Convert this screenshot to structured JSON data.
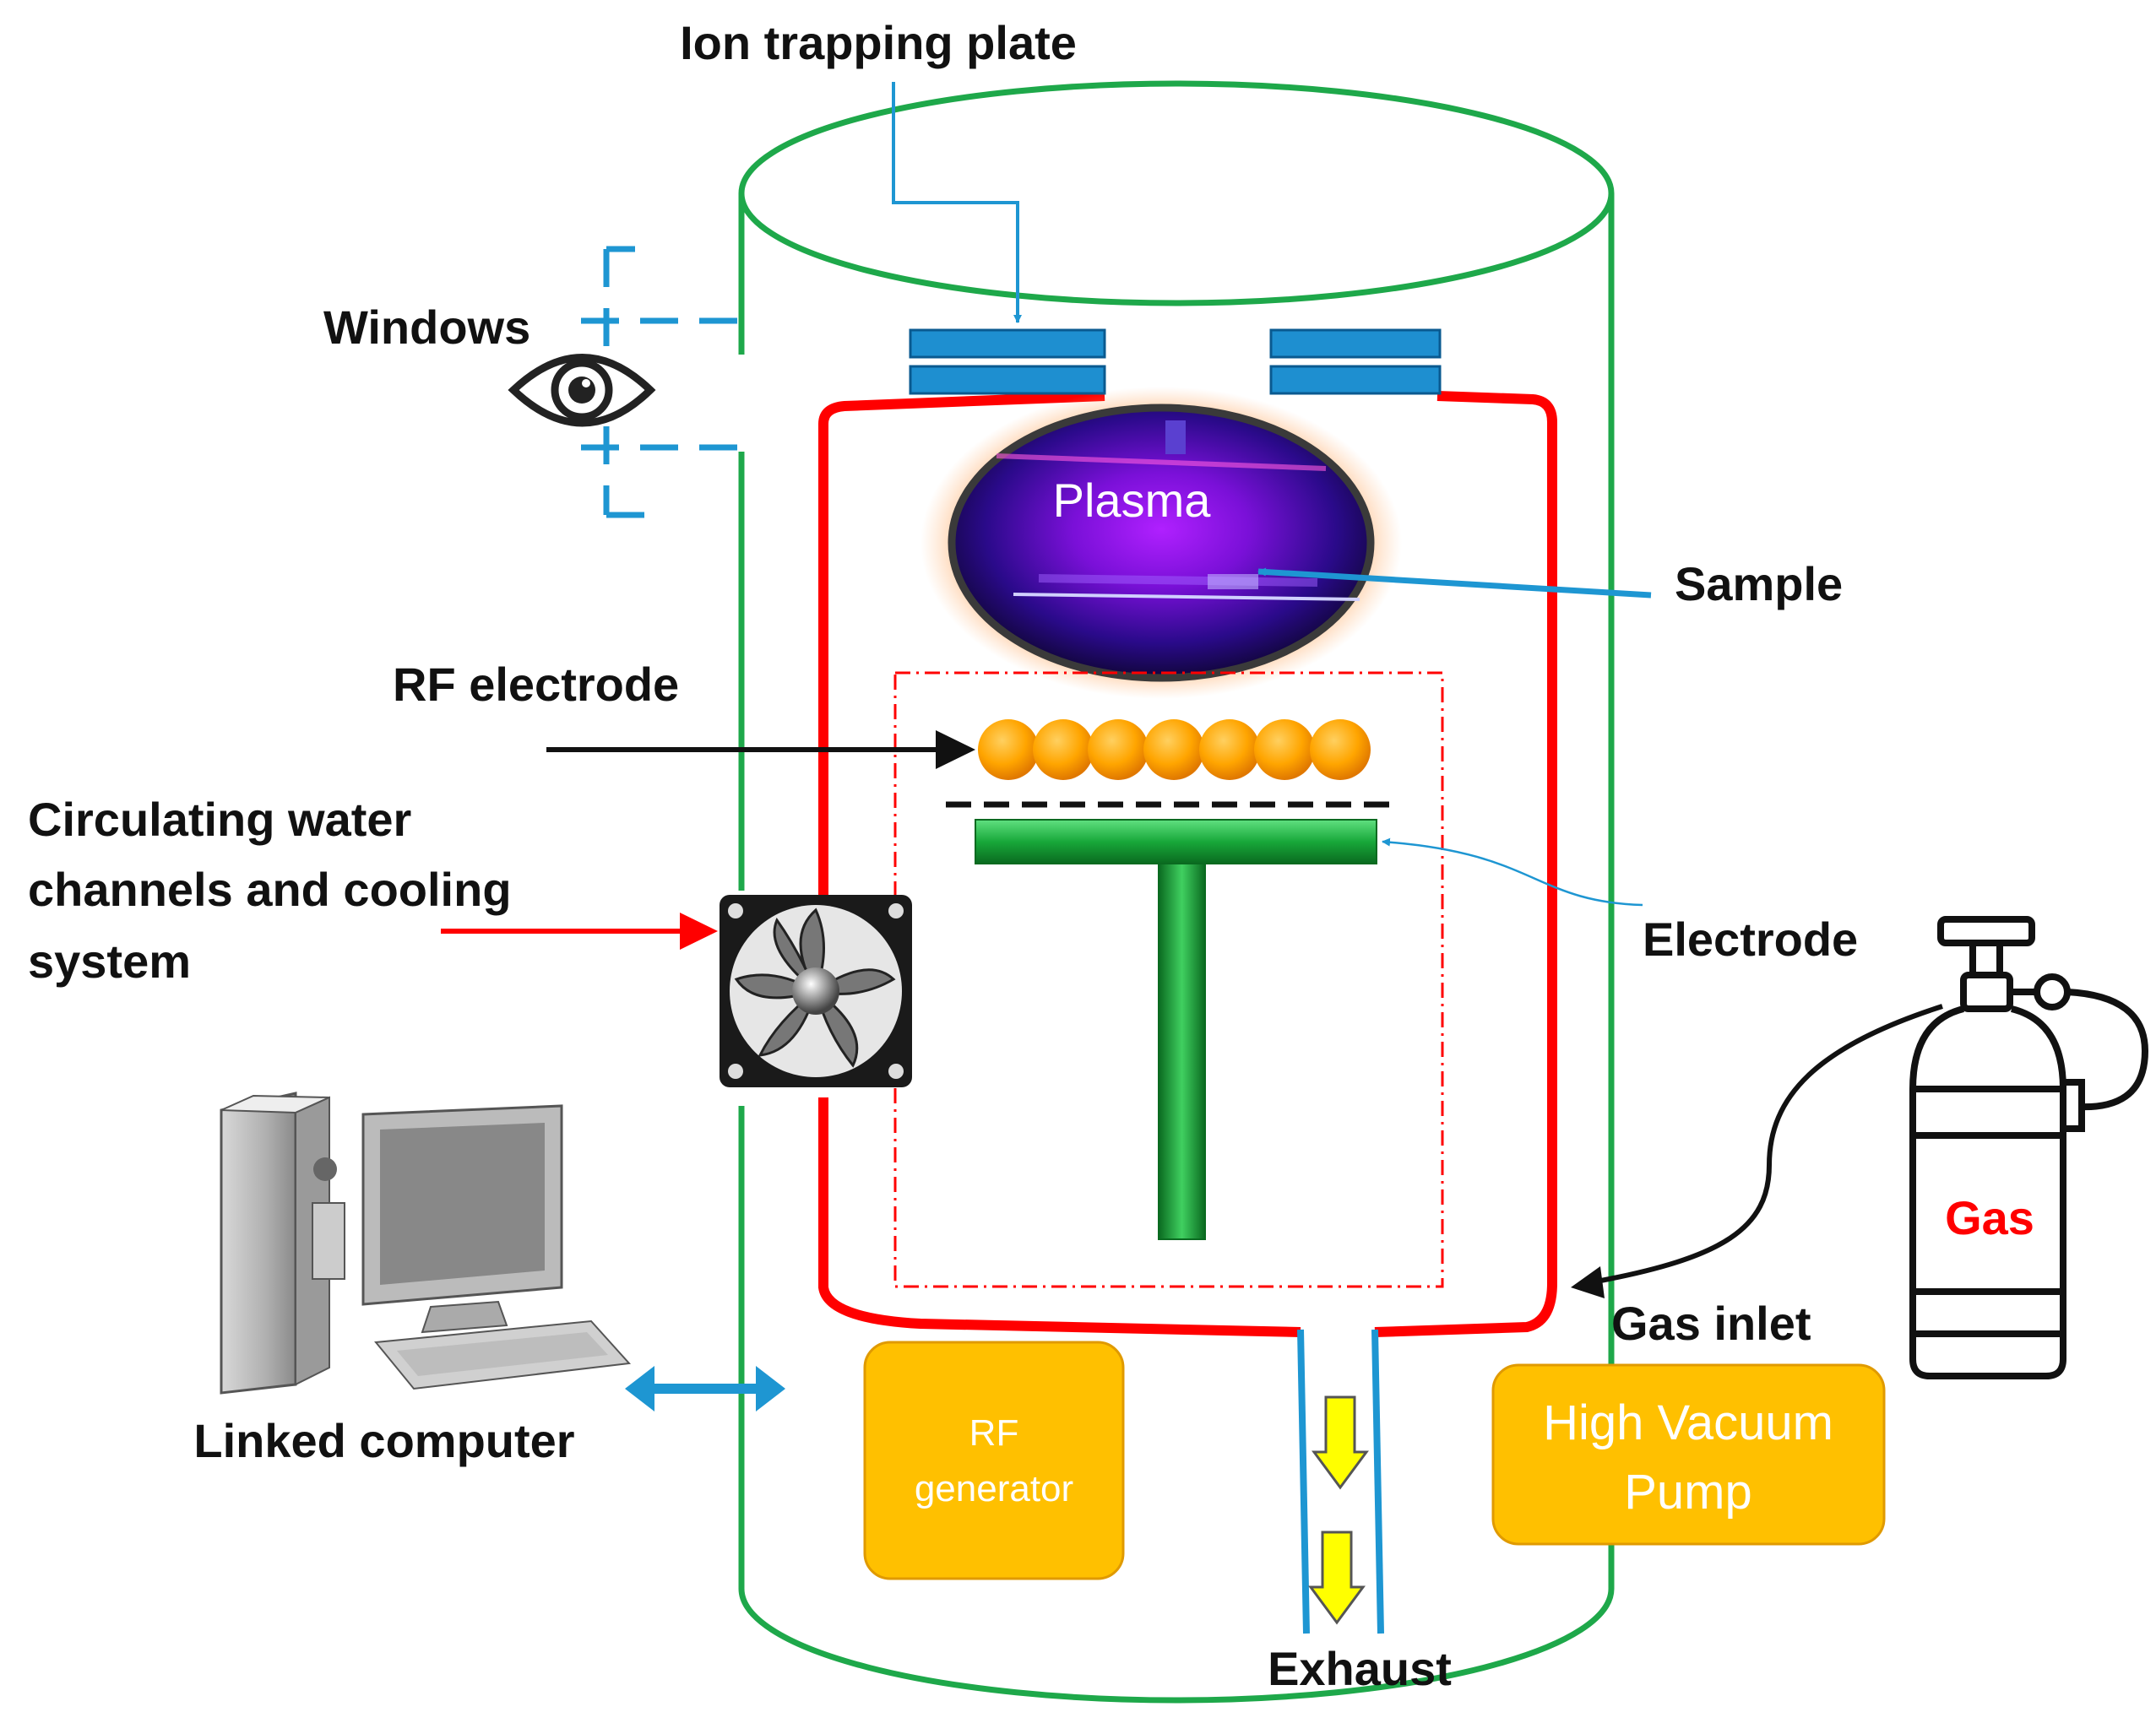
{
  "labels": {
    "ion_trapping_plate": "Ion trapping plate",
    "windows": "Windows",
    "plasma": "Plasma",
    "sample": "Sample",
    "rf_electrode": "RF electrode",
    "circulating_line1": "Circulating water",
    "circulating_line2": "channels and cooling",
    "circulating_line3": "system",
    "electrode": "Electrode",
    "gas": "Gas",
    "gas_inlet": "Gas inlet",
    "linked_computer": "Linked computer",
    "rf_generator_line1": "RF",
    "rf_generator_line2": "generator",
    "pump_line1": "High Vacuum",
    "pump_line2": "Pump",
    "exhaust": "Exhaust"
  },
  "colors": {
    "outer_chamber": "#1ea84a",
    "inner_chamber": "#ff0000",
    "pointer_blue": "#1e96d2",
    "box_fill": "#ffc000",
    "electrode_green": "#18a83a",
    "gas_label": "#ff0000",
    "exhaust_arrow": "#ffff00"
  },
  "icons": [
    "eye-icon",
    "fan-icon",
    "computer-icon",
    "gas-cylinder-icon"
  ]
}
